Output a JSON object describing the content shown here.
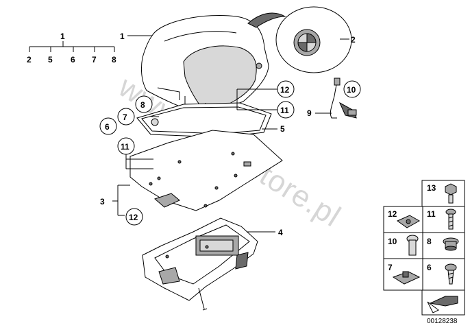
{
  "diagram": {
    "watermark": "www.BMWstore.pl",
    "doc_number": "00128238",
    "labels": {
      "assembly_head": "1",
      "assembly_children": [
        "2",
        "5",
        "6",
        "7",
        "8"
      ],
      "topcase": "1",
      "emblem": "2",
      "base_plate": "3",
      "carrier_frame": "4",
      "gasket": "5",
      "callout_6": "6",
      "callout_7": "7",
      "callout_8": "8",
      "cable_9": "9",
      "callout_10": "10",
      "callout_11_left": "11",
      "callout_11_right": "11",
      "callout_12_right": "12",
      "callout_12_bottom": "12"
    },
    "hardware": [
      {
        "num": "13",
        "icon": "hex-bolt-icon"
      },
      {
        "num": "12",
        "icon": "clip-nut-icon"
      },
      {
        "num": "11",
        "icon": "torx-screw-icon"
      },
      {
        "num": "10",
        "icon": "rivet-pin-icon"
      },
      {
        "num": "8",
        "icon": "rubber-grommet-icon"
      },
      {
        "num": "7",
        "icon": "spring-nut-icon"
      },
      {
        "num": "6",
        "icon": "self-tapping-screw-icon"
      }
    ]
  }
}
